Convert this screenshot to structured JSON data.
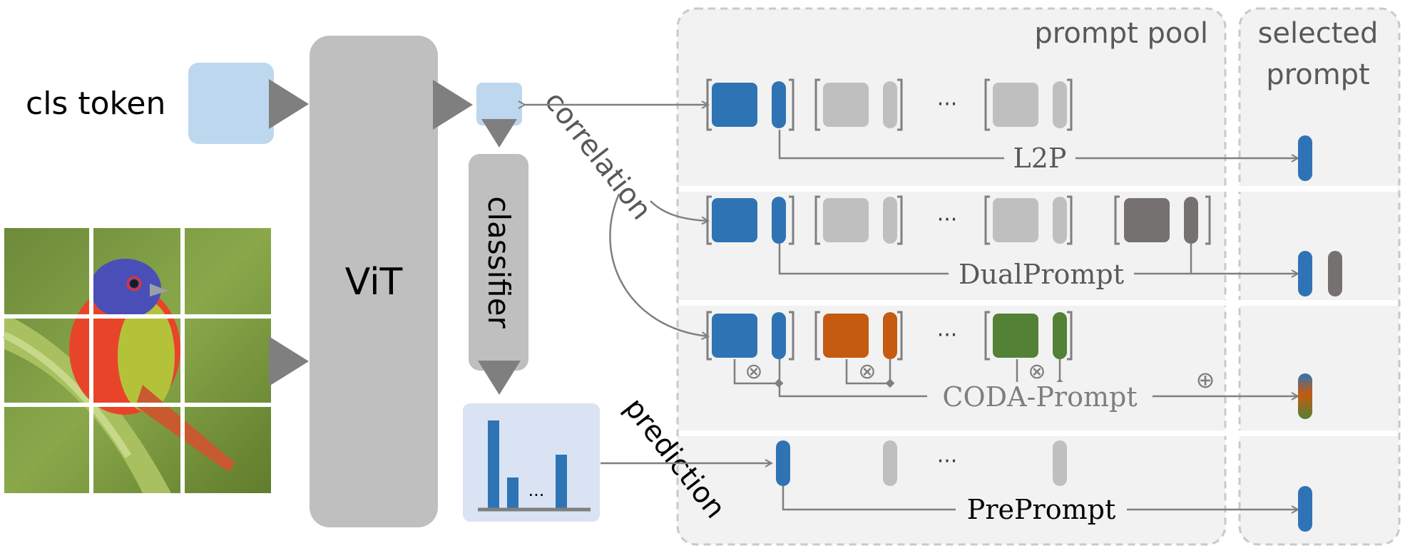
{
  "labels": {
    "cls_token": "cls token",
    "vit": "ViT",
    "classifier": "classifier",
    "correlation": "correlation",
    "prediction": "prediction",
    "prompt_pool": "prompt pool",
    "selected_prompt_line1": "selected",
    "selected_prompt_line2": "prompt",
    "ellipsis": "···",
    "bar_ellipsis": "..."
  },
  "methods": [
    {
      "name": "L2P"
    },
    {
      "name": "DualPrompt"
    },
    {
      "name": "CODA-Prompt"
    },
    {
      "name": "PrePrompt"
    }
  ],
  "symbols": {
    "otimes": "⊗",
    "oplus": "⊕"
  },
  "colors": {
    "blue": "#2e74b5",
    "light_blue": "#bdd7ee",
    "gray": "#bfbfbf",
    "dark_gray": "#767171",
    "orange": "#c55a11",
    "green": "#538135",
    "panel_bg": "#f2f2f2",
    "arrow": "#7f7f7f",
    "text_gray": "#595959"
  }
}
